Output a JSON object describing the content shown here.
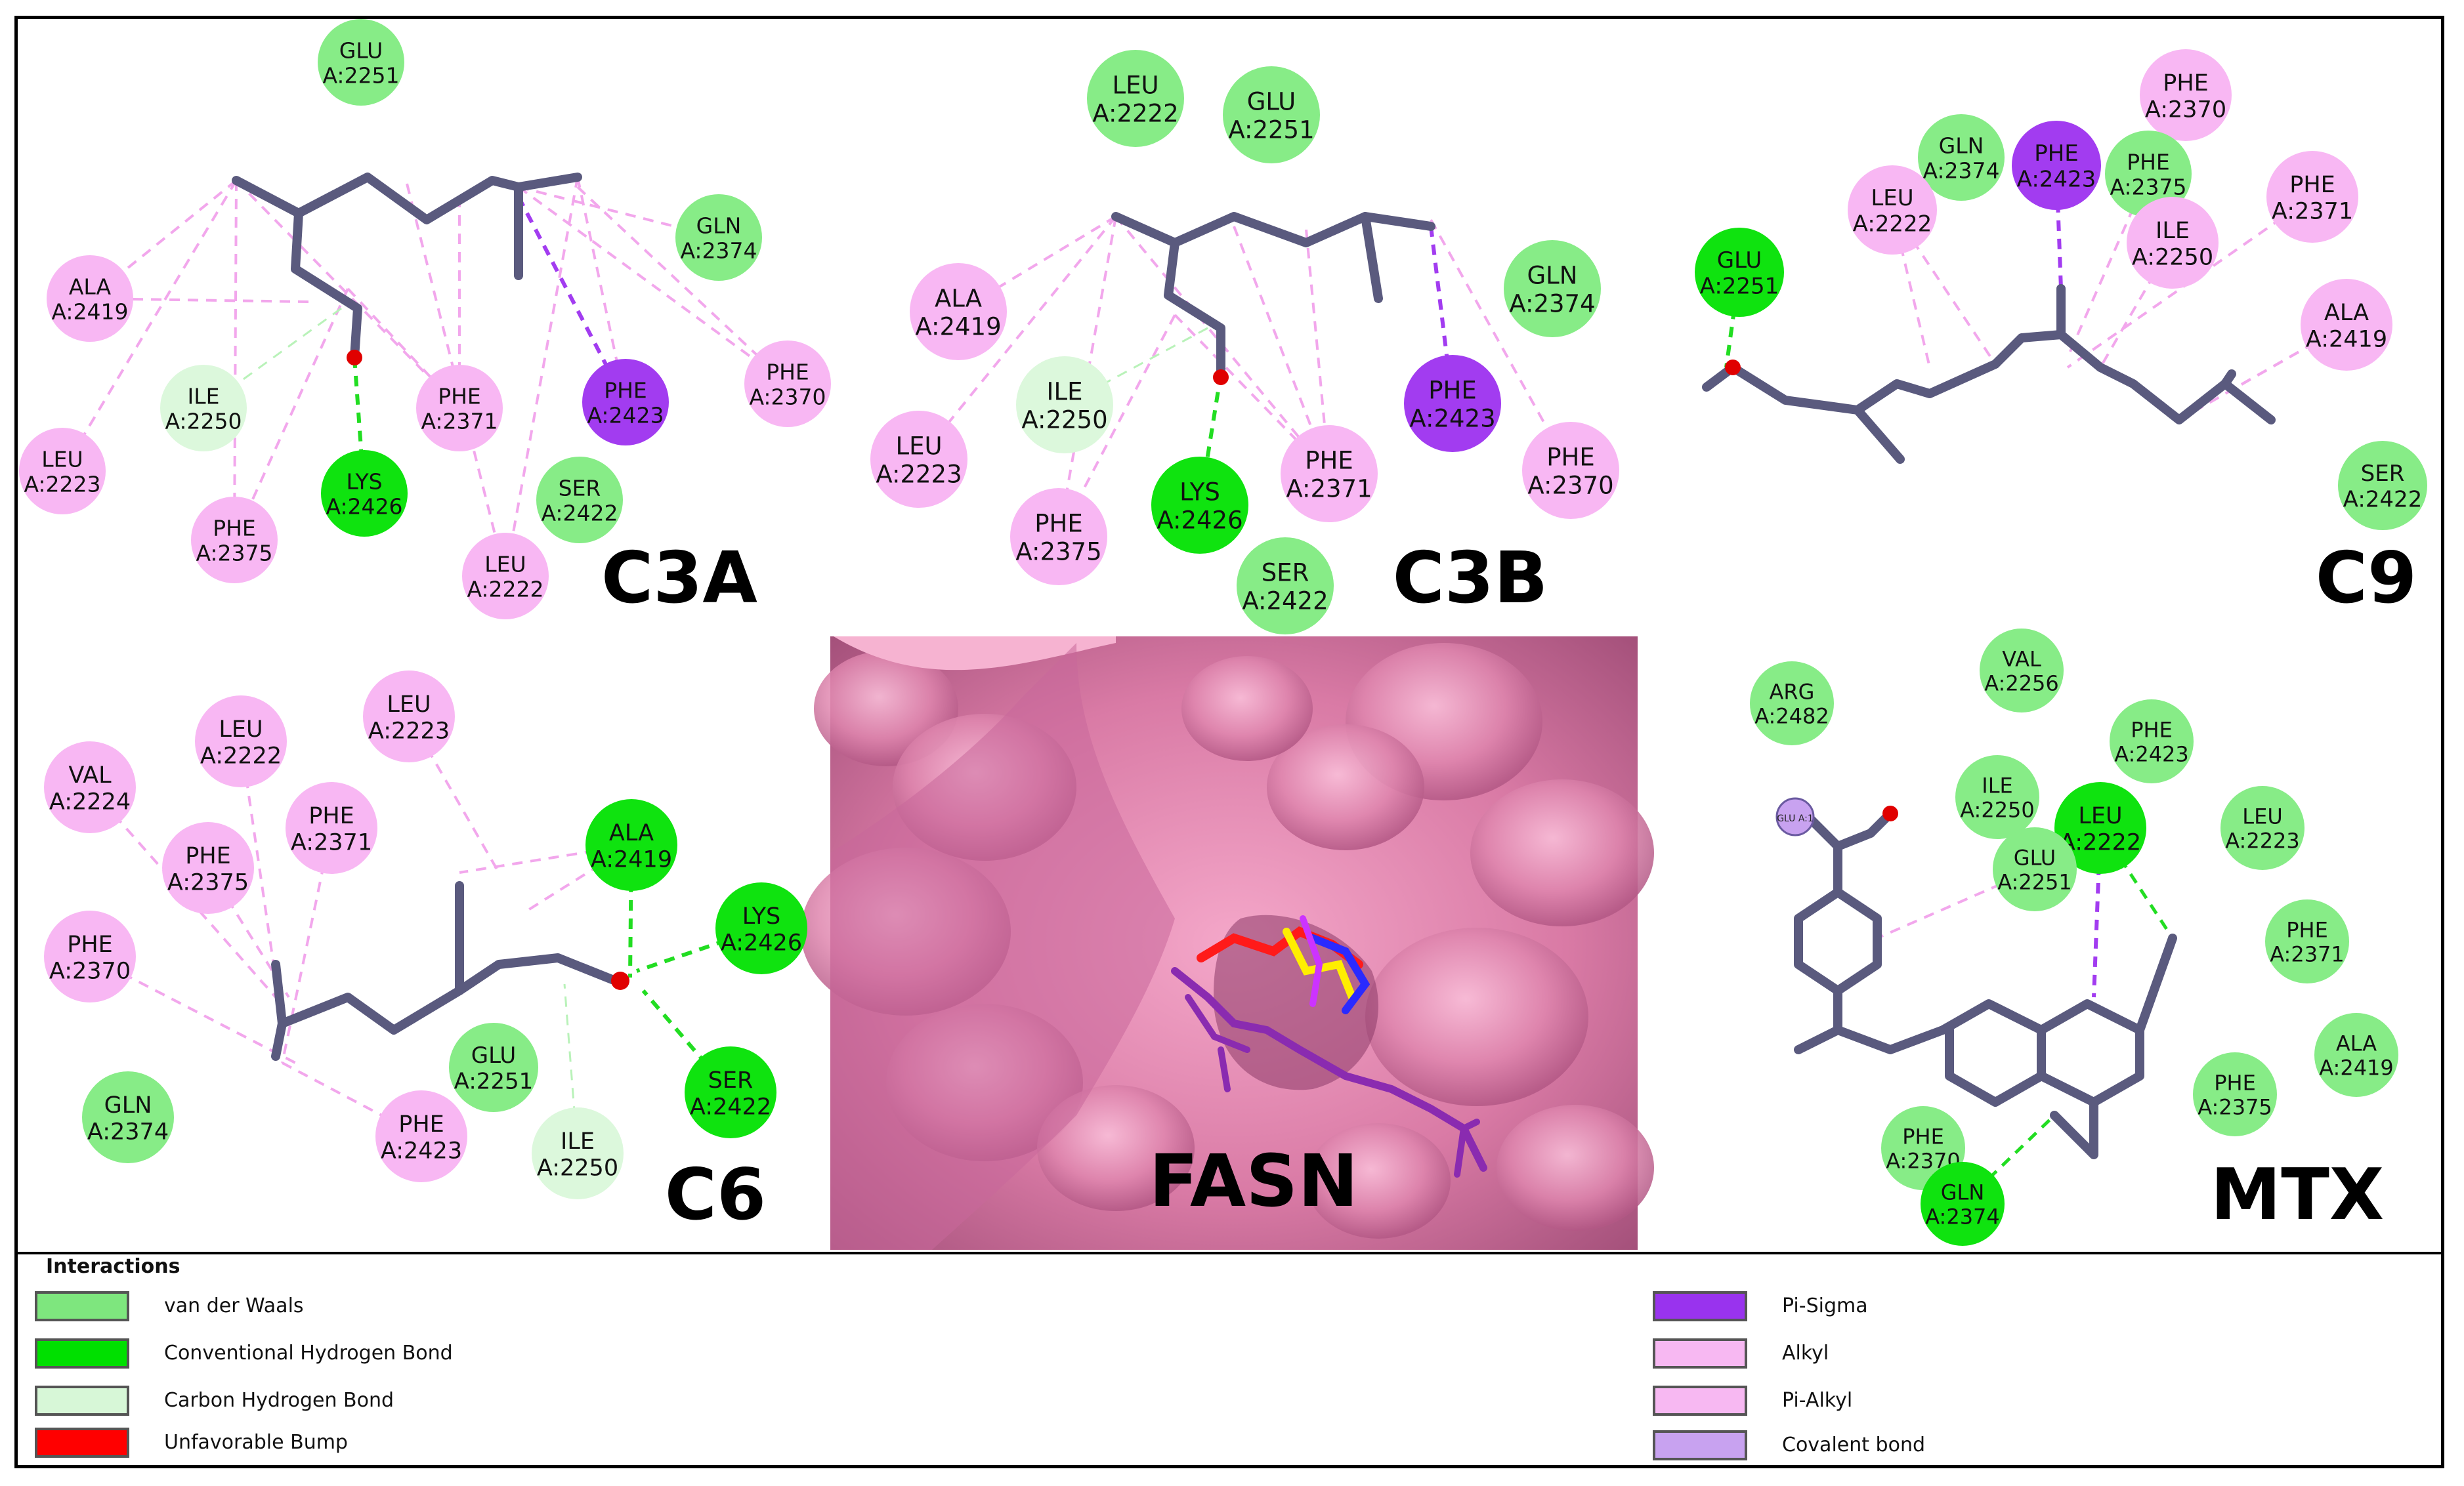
{
  "panels": [
    {
      "label": "C3A",
      "residues": [
        {
          "name": "GLU",
          "id": "A:2251",
          "type": "vdw"
        },
        {
          "name": "GLN",
          "id": "A:2374",
          "type": "vdw"
        },
        {
          "name": "ALA",
          "id": "A:2419",
          "type": "alkyl"
        },
        {
          "name": "PHE",
          "id": "A:2370",
          "type": "alkyl"
        },
        {
          "name": "ILE",
          "id": "A:2250",
          "type": "chb"
        },
        {
          "name": "PHE",
          "id": "A:2371",
          "type": "alkyl"
        },
        {
          "name": "PHE",
          "id": "A:2423",
          "type": "pisigma"
        },
        {
          "name": "LEU",
          "id": "A:2223",
          "type": "alkyl"
        },
        {
          "name": "LYS",
          "id": "A:2426",
          "type": "hbond"
        },
        {
          "name": "SER",
          "id": "A:2422",
          "type": "vdw"
        },
        {
          "name": "PHE",
          "id": "A:2375",
          "type": "alkyl"
        },
        {
          "name": "LEU",
          "id": "A:2222",
          "type": "alkyl"
        }
      ]
    },
    {
      "label": "C3B",
      "residues": [
        {
          "name": "LEU",
          "id": "A:2222",
          "type": "vdw"
        },
        {
          "name": "GLU",
          "id": "A:2251",
          "type": "vdw"
        },
        {
          "name": "GLN",
          "id": "A:2374",
          "type": "vdw"
        },
        {
          "name": "ALA",
          "id": "A:2419",
          "type": "alkyl"
        },
        {
          "name": "ILE",
          "id": "A:2250",
          "type": "chb"
        },
        {
          "name": "PHE",
          "id": "A:2423",
          "type": "pisigma"
        },
        {
          "name": "LEU",
          "id": "A:2223",
          "type": "alkyl"
        },
        {
          "name": "PHE",
          "id": "A:2371",
          "type": "alkyl"
        },
        {
          "name": "PHE",
          "id": "A:2370",
          "type": "alkyl"
        },
        {
          "name": "LYS",
          "id": "A:2426",
          "type": "hbond"
        },
        {
          "name": "PHE",
          "id": "A:2375",
          "type": "alkyl"
        },
        {
          "name": "SER",
          "id": "A:2422",
          "type": "vdw"
        }
      ]
    },
    {
      "label": "C9",
      "residues": [
        {
          "name": "PHE",
          "id": "A:2370",
          "type": "alkyl"
        },
        {
          "name": "GLN",
          "id": "A:2374",
          "type": "vdw"
        },
        {
          "name": "PHE",
          "id": "A:2423",
          "type": "pisigma"
        },
        {
          "name": "PHE",
          "id": "A:2375",
          "type": "vdw"
        },
        {
          "name": "LEU",
          "id": "A:2222",
          "type": "alkyl"
        },
        {
          "name": "PHE",
          "id": "A:2371",
          "type": "alkyl"
        },
        {
          "name": "ILE",
          "id": "A:2250",
          "type": "alkyl"
        },
        {
          "name": "GLU",
          "id": "A:2251",
          "type": "hbond"
        },
        {
          "name": "ALA",
          "id": "A:2419",
          "type": "alkyl"
        },
        {
          "name": "SER",
          "id": "A:2422",
          "type": "vdw"
        }
      ]
    },
    {
      "label": "C6",
      "residues": [
        {
          "name": "LEU",
          "id": "A:2222",
          "type": "alkyl"
        },
        {
          "name": "LEU",
          "id": "A:2223",
          "type": "alkyl"
        },
        {
          "name": "VAL",
          "id": "A:2224",
          "type": "alkyl"
        },
        {
          "name": "PHE",
          "id": "A:2371",
          "type": "alkyl"
        },
        {
          "name": "PHE",
          "id": "A:2375",
          "type": "alkyl"
        },
        {
          "name": "ALA",
          "id": "A:2419",
          "type": "hbond"
        },
        {
          "name": "LYS",
          "id": "A:2426",
          "type": "hbond"
        },
        {
          "name": "PHE",
          "id": "A:2370",
          "type": "alkyl"
        },
        {
          "name": "SER",
          "id": "A:2422",
          "type": "hbond"
        },
        {
          "name": "GLU",
          "id": "A:2251",
          "type": "vdw"
        },
        {
          "name": "ILE",
          "id": "A:2250",
          "type": "chb"
        },
        {
          "name": "GLN",
          "id": "A:2374",
          "type": "vdw"
        },
        {
          "name": "PHE",
          "id": "A:2423",
          "type": "alkyl"
        }
      ]
    },
    {
      "label": "MTX",
      "residues": [
        {
          "name": "VAL",
          "id": "A:2256",
          "type": "vdw"
        },
        {
          "name": "ARG",
          "id": "A:2482",
          "type": "vdw"
        },
        {
          "name": "PHE",
          "id": "A:2423",
          "type": "vdw"
        },
        {
          "name": "ILE",
          "id": "A:2250",
          "type": "vdw"
        },
        {
          "name": "LEU",
          "id": "A:2222",
          "type": "hbond"
        },
        {
          "name": "LEU",
          "id": "A:2223",
          "type": "vdw"
        },
        {
          "name": "GLU",
          "id": "A:2251",
          "type": "vdw"
        },
        {
          "name": "PHE",
          "id": "A:2371",
          "type": "vdw"
        },
        {
          "name": "ALA",
          "id": "A:2419",
          "type": "vdw"
        },
        {
          "name": "PHE",
          "id": "A:2375",
          "type": "vdw"
        },
        {
          "name": "PHE",
          "id": "A:2370",
          "type": "vdw"
        },
        {
          "name": "GLN",
          "id": "A:2374",
          "type": "hbond"
        }
      ],
      "covalent_label": "GLU A:1"
    }
  ],
  "center": {
    "label": "FASN"
  },
  "legend": {
    "title": "Interactions",
    "items": [
      {
        "label": "van der Waals",
        "color": "#7ee67e"
      },
      {
        "label": "Conventional Hydrogen Bond",
        "color": "#00e000"
      },
      {
        "label": "Carbon Hydrogen Bond",
        "color": "#d7f7d7"
      },
      {
        "label": "Unfavorable Bump",
        "color": "#ff0000"
      },
      {
        "label": "Pi-Sigma",
        "color": "#9933ee"
      },
      {
        "label": "Alkyl",
        "color": "#f7b8f2"
      },
      {
        "label": "Pi-Alkyl",
        "color": "#f7b8f2"
      },
      {
        "label": "Covalent bond",
        "color": "#c8a2f0"
      }
    ]
  },
  "colors": {
    "vdw": "#87ec87",
    "hbond": "#0fe30f",
    "chb": "#dcf8dc",
    "alkyl": "#f8b7f3",
    "pisigma": "#a23cf0",
    "ligand": "#5a5a7e",
    "surface": "#d87aa6"
  }
}
